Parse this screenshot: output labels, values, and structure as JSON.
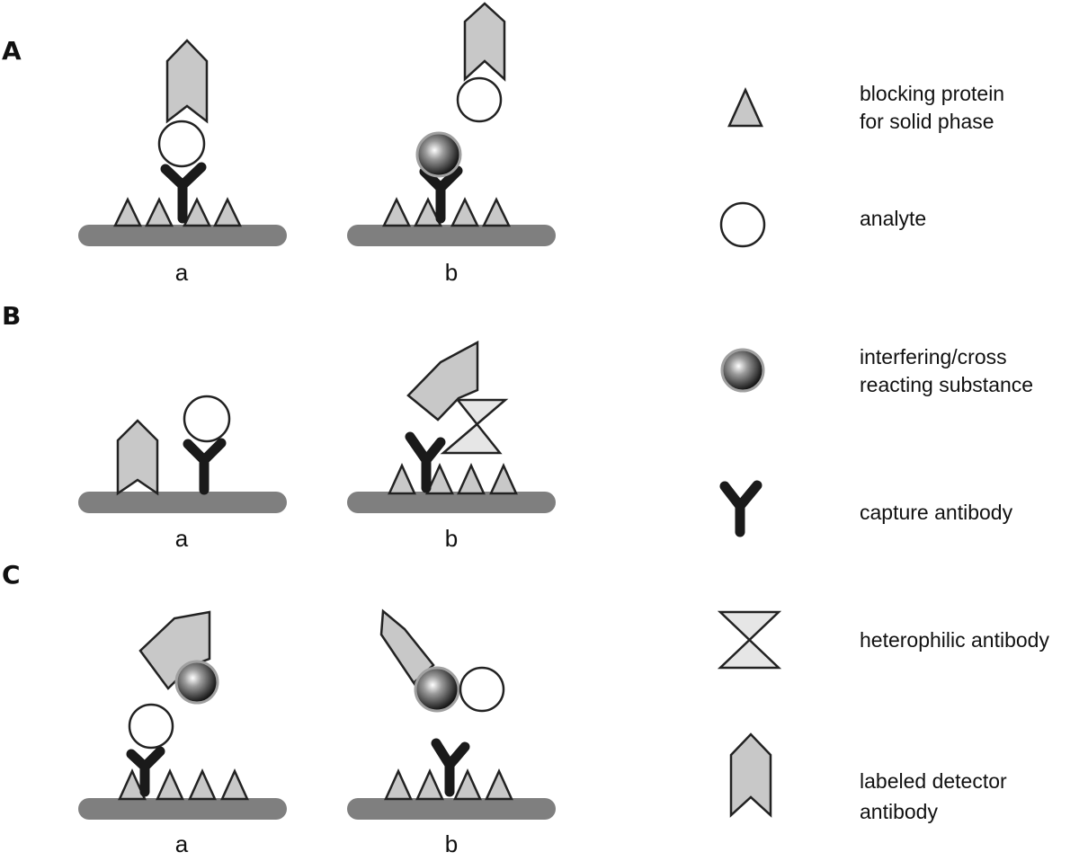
{
  "panels": [
    {
      "letter": "A",
      "sub_labels": [
        "a",
        "b"
      ]
    },
    {
      "letter": "B",
      "sub_labels": [
        "a",
        "b"
      ]
    },
    {
      "letter": "C",
      "sub_labels": [
        "a",
        "b"
      ]
    }
  ],
  "legend": [
    {
      "icon": "blocking-protein-icon",
      "lines": [
        "blocking protein",
        "for solid phase"
      ]
    },
    {
      "icon": "analyte-icon",
      "lines": [
        "analyte"
      ]
    },
    {
      "icon": "interfering-substance-icon",
      "lines": [
        "interfering/cross",
        "reacting substance"
      ]
    },
    {
      "icon": "capture-antibody-icon",
      "lines": [
        "capture antibody"
      ]
    },
    {
      "icon": "heterophilic-antibody-icon",
      "lines": [
        "heterophilic antibody"
      ]
    },
    {
      "icon": "labeled-detector-antibody-icon",
      "lines": [
        "labeled detector",
        "antibody"
      ]
    }
  ],
  "colors": {
    "surface": "#7f7f7f",
    "protein_fill": "#c8c8c8",
    "heterophilic_fill": "#e6e6e6",
    "outline": "#222222"
  }
}
